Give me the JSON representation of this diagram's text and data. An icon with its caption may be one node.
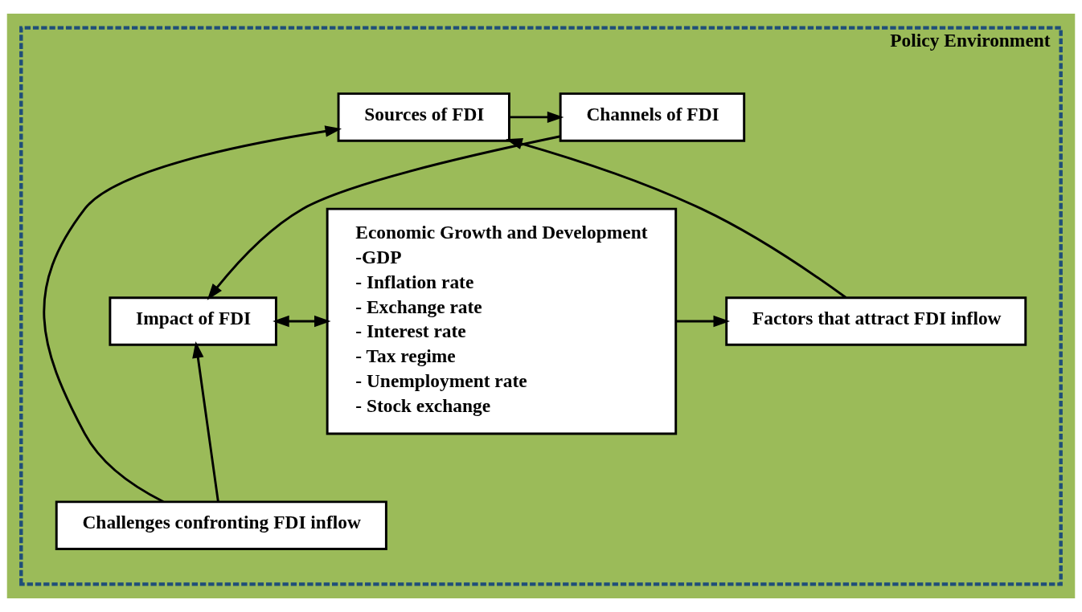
{
  "diagram": {
    "nodes": [
      {
        "text": [
          "Policy Environment"
        ]
      },
      {
        "text": [
          "Sources of FDI"
        ],
        "in": 0
      },
      {
        "text": [
          "Channels of FDI"
        ],
        "in": 0
      },
      {
        "text": [
          "Economic Growth and Development",
          "-GDP",
          "- Inflation rate",
          "- Exchange rate",
          "- Interest rate",
          "- Tax regime",
          "- Unemployment rate",
          "- Stock exchange"
        ],
        "in": 0
      },
      {
        "text": [
          "Factors that attract FDI inflow"
        ],
        "in": 0
      },
      {
        "text": [
          "Impact of FDI"
        ],
        "in": 0
      },
      {
        "text": [
          "Challenges confronting FDI inflow"
        ],
        "in": 0
      }
    ],
    "edges": [
      {
        "from": 1,
        "to": 2,
        "arrow": "to"
      },
      {
        "from": 2,
        "to": 5,
        "arrow": "to"
      },
      {
        "from": 4,
        "to": 1,
        "arrow": "to"
      },
      {
        "from": 6,
        "to": 1,
        "arrow": "to"
      },
      {
        "from": 6,
        "to": 5,
        "arrow": "to"
      },
      {
        "from": 5,
        "to": 3,
        "arrow": "both"
      },
      {
        "from": 3,
        "to": 4,
        "arrow": "to"
      }
    ]
  }
}
